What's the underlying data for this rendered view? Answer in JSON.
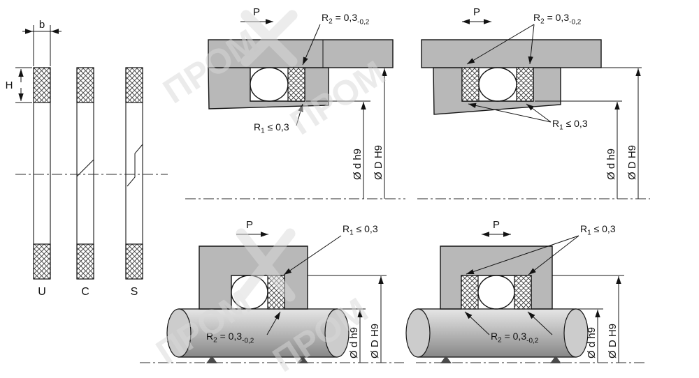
{
  "watermark": "ПРОМ",
  "profiles": {
    "width_label": "b",
    "height_label": "H",
    "types": [
      "U",
      "C",
      "S"
    ]
  },
  "labels": {
    "pressure": "P",
    "r2_base": "R",
    "r2_sub": "2",
    "r2_eq": " = 0,3",
    "r2_tol": "-0,2",
    "r1_base": "R",
    "r1_sub": "1",
    "r1_eq": " ≤ 0,3",
    "dim_rod": "Ø d h9",
    "dim_bore": "Ø D H9"
  }
}
